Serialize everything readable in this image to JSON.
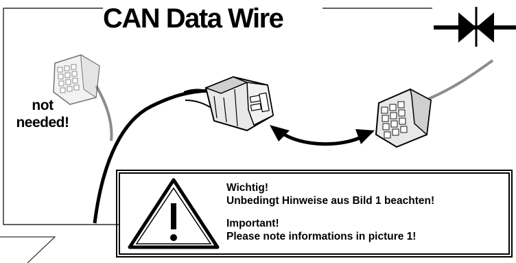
{
  "diagram": {
    "title": "CAN Data Wire",
    "unused_connector_label": [
      "not",
      "needed!"
    ]
  },
  "notice": {
    "de_heading": "Wichtig!",
    "de_text": "Unbedingt Hinweise aus Bild 1 beachten!",
    "en_heading": "Important!",
    "en_text": "Please note informations in picture 1!"
  },
  "colors": {
    "line": "#000000",
    "cable_gray": "#8c8c8c",
    "connector_fill": "#e8e8e8",
    "connector_shade": "#cfcfcf"
  }
}
